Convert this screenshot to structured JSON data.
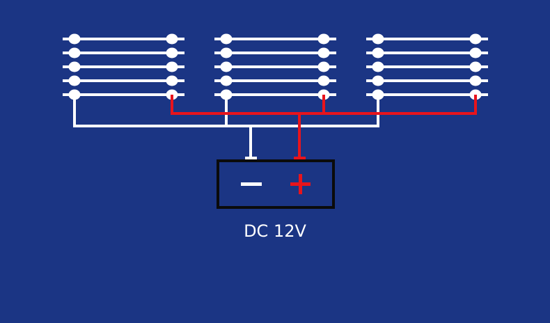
{
  "colors": {
    "background": "#1b3584",
    "led_strip": "#ffffff",
    "negative_wire": "#ffffff",
    "positive_wire": "#e8141c",
    "battery_border": "#0b0b0b"
  },
  "battery": {
    "negative_symbol": "−",
    "positive_symbol": "+"
  },
  "caption": "DC 12V",
  "led_panel_count": 3,
  "strips_per_panel": 5
}
